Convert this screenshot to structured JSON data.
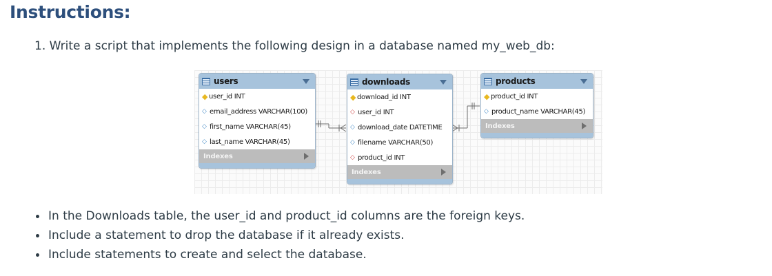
{
  "heading": "Instructions:",
  "step": "1. Write a script that implements the following design in a database named my_web_db:",
  "tables": {
    "users": {
      "name": "users",
      "columns": [
        "user_id INT",
        "email_address VARCHAR(100)",
        "first_name VARCHAR(45)",
        "last_name VARCHAR(45)"
      ],
      "indexes": "Indexes"
    },
    "downloads": {
      "name": "downloads",
      "columns": [
        "download_id INT",
        "user_id INT",
        "download_date DATETIME",
        "filename VARCHAR(50)",
        "product_id INT"
      ],
      "indexes": "Indexes"
    },
    "products": {
      "name": "products",
      "columns": [
        "product_id INT",
        "product_name VARCHAR(45)"
      ],
      "indexes": "Indexes"
    }
  },
  "bullets": [
    "In the Downloads table, the user_id and product_id columns are the foreign keys.",
    "Include a statement to drop the database if it already exists.",
    "Include statements to create and select the database."
  ],
  "colors": {
    "heading": "#2d4f7c",
    "table_header": "#a7c3dc",
    "indexes_bar": "#bcbcbc",
    "key": "#e8b820",
    "fk_marker": "#d04a4a",
    "column_marker": "#4b8ec8"
  }
}
